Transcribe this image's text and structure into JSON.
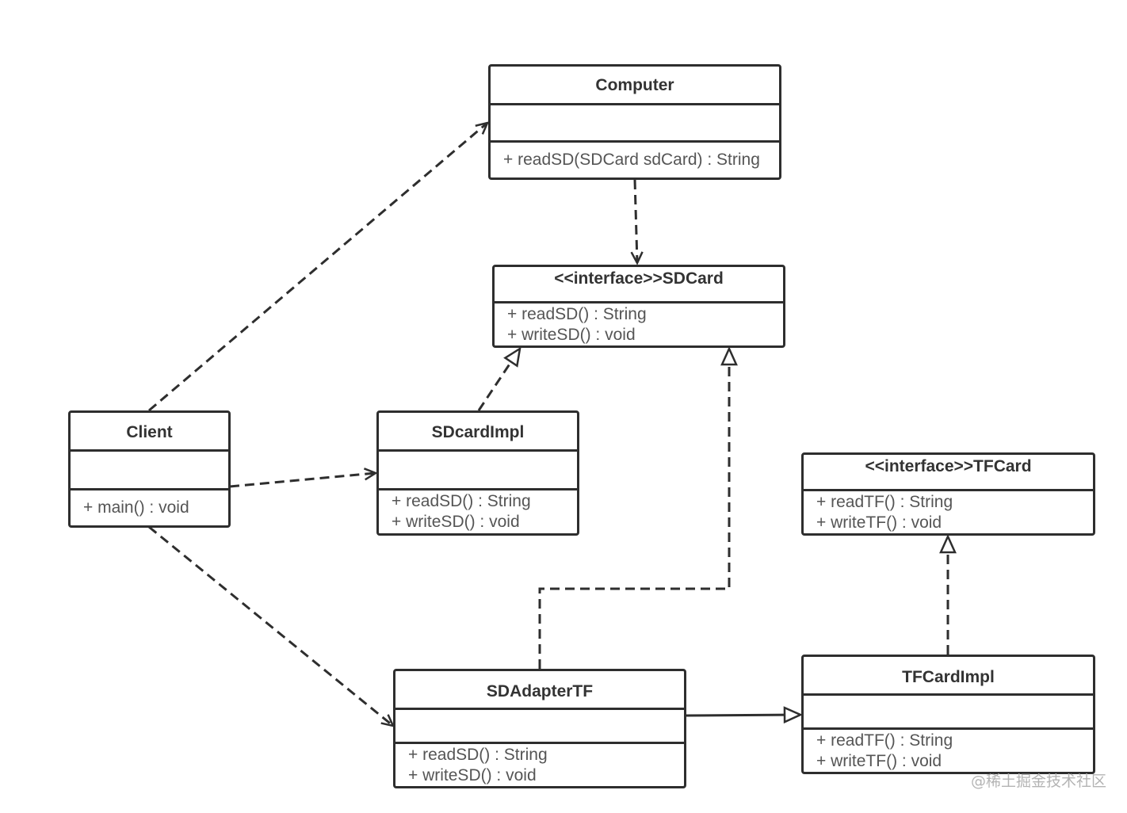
{
  "classes": {
    "computer": {
      "name": "Computer",
      "methods": [
        "+ readSD(SDCard sdCard) : String"
      ]
    },
    "sdcard": {
      "name": "<<interface>>SDCard",
      "methods": [
        "+ readSD() : String",
        "+ writeSD() : void"
      ]
    },
    "client": {
      "name": "Client",
      "methods": [
        "+ main() : void"
      ]
    },
    "sdcardimpl": {
      "name": "SDcardImpl",
      "methods": [
        "+ readSD() : String",
        "+ writeSD() : void"
      ]
    },
    "tfcard": {
      "name": "<<interface>>TFCard",
      "methods": [
        "+ readTF() : String",
        "+ writeTF() : void"
      ]
    },
    "sdadaptertf": {
      "name": "SDAdapterTF",
      "methods": [
        "+ readSD() : String",
        "+ writeSD() : void"
      ]
    },
    "tfcardimpl": {
      "name": "TFCardImpl",
      "methods": [
        "+ readTF() : String",
        "+ writeTF() : void"
      ]
    }
  },
  "relations": [
    {
      "from": "client",
      "to": "computer",
      "type": "dependency"
    },
    {
      "from": "client",
      "to": "sdcardimpl",
      "type": "dependency"
    },
    {
      "from": "client",
      "to": "sdadaptertf",
      "type": "dependency"
    },
    {
      "from": "computer",
      "to": "sdcard",
      "type": "dependency"
    },
    {
      "from": "sdcardimpl",
      "to": "sdcard",
      "type": "realization"
    },
    {
      "from": "sdadaptertf",
      "to": "sdcard",
      "type": "realization"
    },
    {
      "from": "tfcardimpl",
      "to": "tfcard",
      "type": "realization"
    },
    {
      "from": "sdadaptertf",
      "to": "tfcardimpl",
      "type": "association"
    }
  ],
  "colors": {
    "line": "#2e2e2e",
    "text": "#333333",
    "method_text": "#555555",
    "watermark": "#b4b4b4"
  },
  "watermark": "@稀土掘金技术社区"
}
